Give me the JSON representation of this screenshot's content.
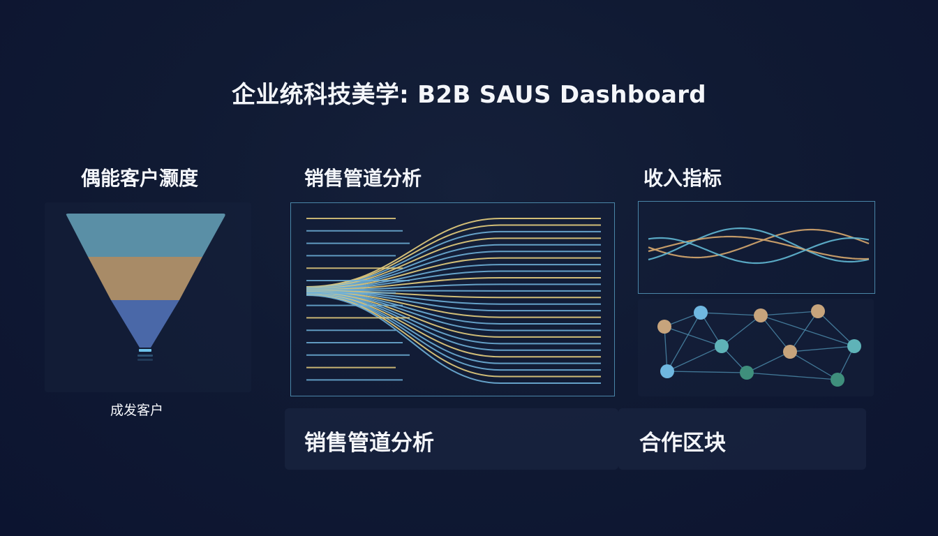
{
  "page": {
    "title": "企业统科技美学: B2B SAUS Dashboard"
  },
  "funnel": {
    "title": "偶能客户灏度",
    "caption": "成发客户",
    "colors": [
      "#5a8fa6",
      "#a88b67",
      "#4a68a8"
    ]
  },
  "pipeline": {
    "title": "销售管道分析",
    "colors": {
      "line_a": "#e7cf7e",
      "line_b": "#6fb0d8",
      "frame": "#4a86a8"
    }
  },
  "revenue": {
    "title": "收入指标",
    "colors": {
      "wave_a": "#d2a56c",
      "wave_b": "#5fb4cf"
    }
  },
  "network": {
    "node_colors": [
      "#c7a47c",
      "#6fb7e0",
      "#5fb3b8",
      "#3f8f7c"
    ]
  },
  "bottom": {
    "left_label": "销售管道分析",
    "right_label": "合作区块"
  }
}
